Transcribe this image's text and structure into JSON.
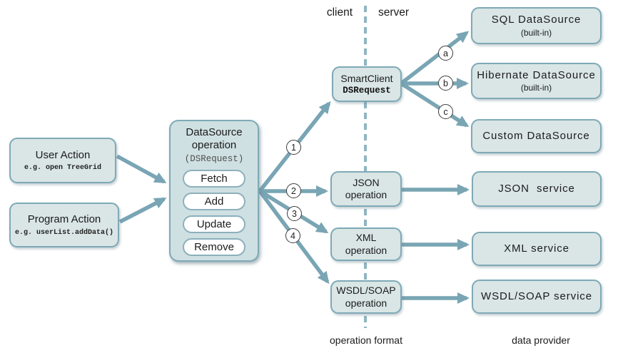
{
  "header": {
    "client": "client",
    "server": "server"
  },
  "footer": {
    "operation_format": "operation format",
    "data_provider": "data provider"
  },
  "boxes": {
    "user_action": {
      "title": "User Action",
      "code": "e.g. open TreeGrid"
    },
    "program_action": {
      "title": "Program Action",
      "code": "e.g. userList.addData()"
    },
    "datasource_operation": {
      "title": "DataSource\noperation",
      "code": "(DSRequest)",
      "operations": [
        "Fetch",
        "Add",
        "Update",
        "Remove"
      ]
    },
    "smartclient": {
      "title": "SmartClient",
      "code": "DSRequest"
    },
    "sql_datasource": {
      "title": "SQL DataSource",
      "subtitle": "(built-in)"
    },
    "hibernate_datasource": {
      "title": "Hibernate DataSource",
      "subtitle": "(built-in)"
    },
    "custom_datasource": {
      "title": "Custom DataSource"
    },
    "json_operation": {
      "title": "JSON\noperation"
    },
    "xml_operation": {
      "title": "XML\noperation"
    },
    "wsdl_operation": {
      "title": "WSDL/SOAP\noperation"
    },
    "json_service": {
      "title": "JSON  service"
    },
    "xml_service": {
      "title": "XML service"
    },
    "wsdl_service": {
      "title": "WSDL/SOAP service"
    }
  },
  "badges": {
    "n1": "1",
    "n2": "2",
    "n3": "3",
    "n4": "4",
    "a": "a",
    "b": "b",
    "c": "c"
  },
  "colors": {
    "box_fill": "#d9e6e5",
    "datasource_box_fill": "#cfe0e2",
    "box_border": "#7fa9b7",
    "arrow": "#79a5b4",
    "dashed_line": "#8fb5c1"
  }
}
